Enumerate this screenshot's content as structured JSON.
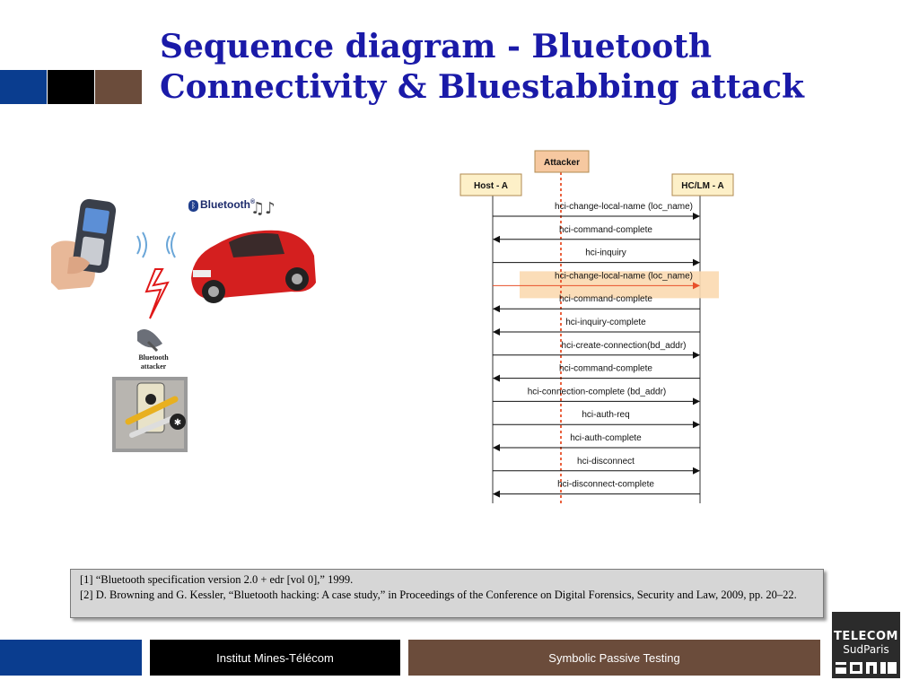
{
  "slide": {
    "title_line1": "Sequence diagram - Bluetooth",
    "title_line2": "Connectivity & Bluestabbing attack"
  },
  "illustration": {
    "bluetooth_logo_text": "Bluetooth",
    "bluetooth_trademark": "®",
    "attacker_label_line1": "Bluetooth",
    "attacker_label_line2": "attacker"
  },
  "sequence": {
    "participants": {
      "host": "Host - A",
      "attacker": "Attacker",
      "hclm": "HC/LM - A"
    },
    "messages": [
      {
        "label": "hci-change-local-name (loc_name)",
        "direction": "to-hclm"
      },
      {
        "label": "hci-command-complete",
        "direction": "to-host"
      },
      {
        "label": "hci-inquiry",
        "direction": "to-hclm"
      },
      {
        "label": "hci-change-local-name (loc_name)",
        "direction": "to-hclm",
        "highlighted": true
      },
      {
        "label": "hci-command-complete",
        "direction": "to-host"
      },
      {
        "label": "hci-inquiry-complete",
        "direction": "to-host"
      },
      {
        "label": "hci-create-connection(bd_addr)",
        "direction": "to-hclm"
      },
      {
        "label": "hci-command-complete",
        "direction": "to-host"
      },
      {
        "label": "hci-connection-complete (bd_addr)",
        "direction": "to-hclm"
      },
      {
        "label": "hci-auth-req",
        "direction": "to-hclm"
      },
      {
        "label": "hci-auth-complete",
        "direction": "to-host"
      },
      {
        "label": "hci-disconnect",
        "direction": "to-hclm"
      },
      {
        "label": "hci-disconnect-complete",
        "direction": "to-host"
      }
    ],
    "colors": {
      "participant_fill": "#fdf0c8",
      "attacker_fill": "#f6c8a0",
      "highlight_fill": "#fbd9b0",
      "attacker_line": "#e8502a",
      "arrow": "#111111"
    }
  },
  "references": {
    "ref1": "[1] “Bluetooth specification version 2.0 + edr [vol 0],” 1999.",
    "ref2": "[2] D. Browning and G. Kessler, “Bluetooth hacking: A case study,” in Proceedings of the Conference on Digital Forensics, Security and Law, 2009, pp. 20–22."
  },
  "footer": {
    "institute": "Institut Mines-Télécom",
    "course": "Symbolic Passive Testing"
  },
  "logo": {
    "line1": "TELECOM",
    "line2": "SudParis"
  },
  "theme": {
    "brand_blue": "#0a3d8f",
    "brand_brown": "#6b4c3b",
    "title_color": "#1a1aa8"
  }
}
